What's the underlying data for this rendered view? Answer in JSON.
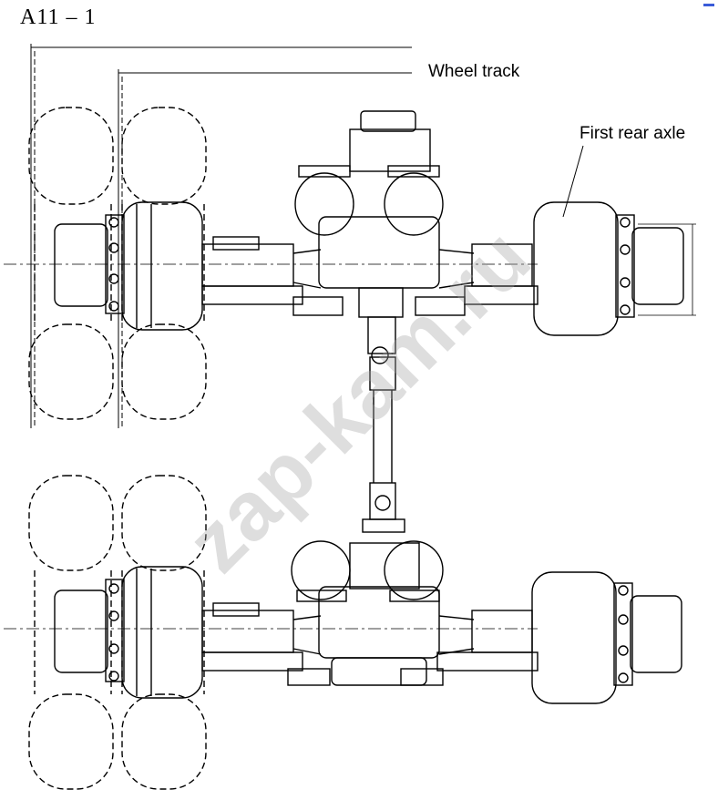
{
  "figure": {
    "id": "A11 – 1",
    "labels": {
      "wheel_track": "Wheel track",
      "first_rear_axle": "First rear axle"
    },
    "watermark": "zap-kam.ru"
  },
  "colors": {
    "line": "#000000",
    "background": "#ffffff",
    "watermark": "#a0a0a0",
    "corner_mark": "#3a5bd9"
  }
}
